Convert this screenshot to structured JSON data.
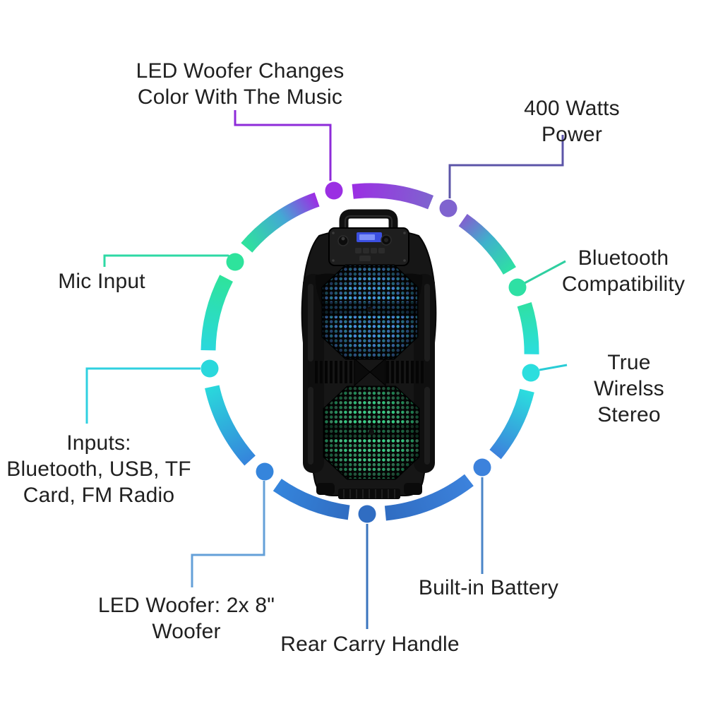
{
  "diagram_type": "product-feature-infographic",
  "background": "#ffffff",
  "text_color": "#202020",
  "labels": {
    "led_color": "LED Woofer Changes\nColor With The Music",
    "watts": "400 Watts Power",
    "bluetooth": "Bluetooth\nCompatibility",
    "true_wireless": "True Wirelss\nStereo",
    "battery": "Built-in Battery",
    "rear_handle": "Rear Carry Handle",
    "woofer_size": "LED Woofer: 2x 8\"\nWoofer",
    "inputs": "Inputs:\nBluetooth, USB, TF\nCard, FM Radio",
    "mic": "Mic Input"
  },
  "ring": {
    "dot_colors": {
      "top": "#9b2fe3",
      "watts": "#7f63cf",
      "bluetooth": "#2ee0a4",
      "true_wireless": "#2bdede",
      "battery": "#3c82dc",
      "rear": "#306dc2",
      "woofer": "#3585dc",
      "inputs": "#2ad8dc",
      "mic": "#2ee39c"
    },
    "mid_colors": {
      "mic_top": "#44a8d4",
      "watts_bt": "#3fb0cc"
    },
    "line_colors": {
      "top": "#8e2bd9",
      "watts": "#5c55a8",
      "bluetooth": "#2fcfa0",
      "true_wireless": "#29ccd6",
      "battery": "#4a86c8",
      "rear": "#3a74be",
      "woofer": "#64a0d8",
      "inputs": "#2fd0e0",
      "mic": "#2ed9a4"
    }
  },
  "speaker": {
    "body_color": "#161616",
    "led_top": "#4f8fe8",
    "led_top_alt": "#45c8f0",
    "led_bottom": "#35d98a",
    "led_bottom_alt": "#66e4a6",
    "display_color": "#3b4fe0"
  }
}
